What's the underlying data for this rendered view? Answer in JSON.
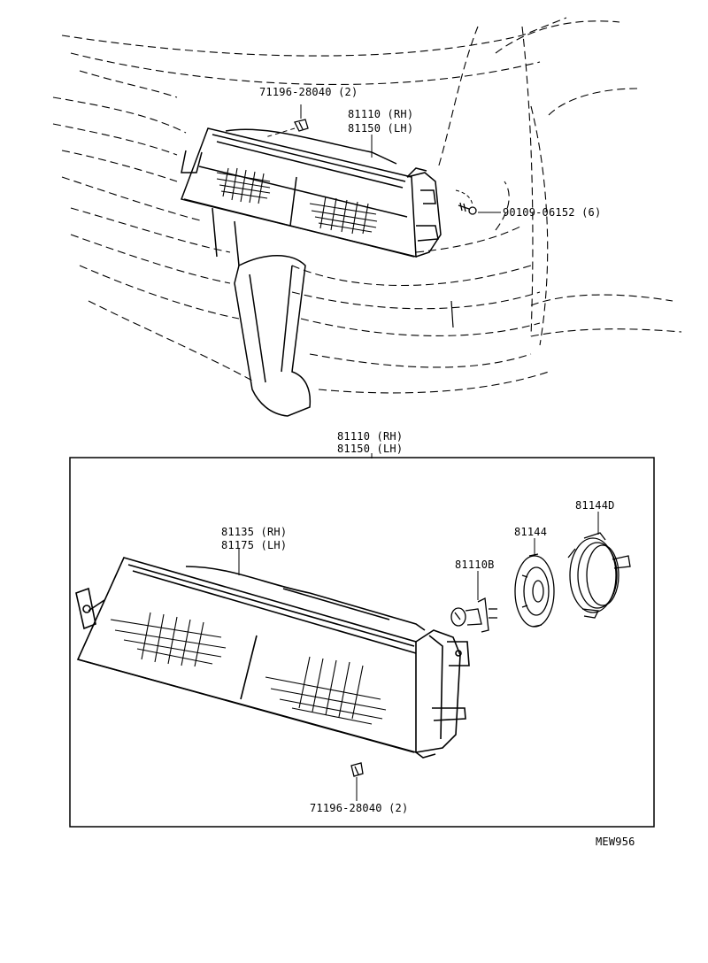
{
  "labels": {
    "clip_top": "71196-28040 (2)",
    "lamp_rh_top": "81110 (RH)",
    "lamp_lh_top": "81150 (LH)",
    "screw": "90109-06152 (6)",
    "box_rh": "81110 (RH)",
    "box_lh": "81150 (LH)",
    "lens_rh": "81135 (RH)",
    "lens_lh": "81175 (LH)",
    "bulb": "81110B",
    "socket": "81144",
    "retainer": "81144D",
    "clip_bottom": "71196-28040 (2)",
    "diagram_code": "MEW956"
  },
  "colors": {
    "ink": "#000000",
    "paper": "#ffffff"
  }
}
